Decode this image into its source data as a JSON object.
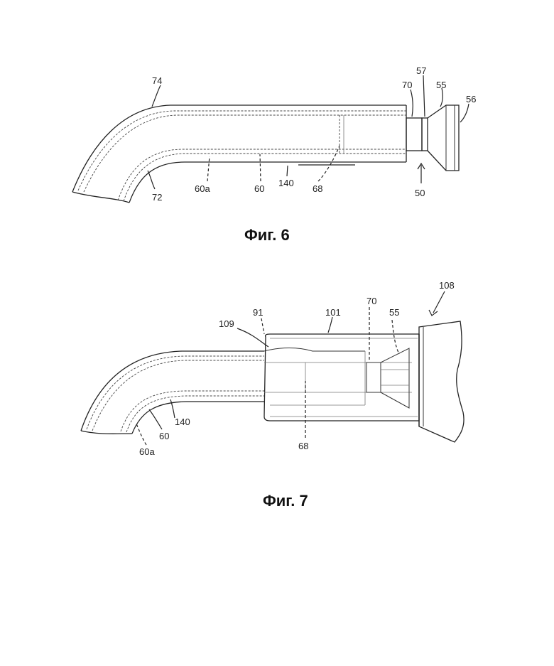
{
  "figures": [
    {
      "caption": "Фиг. 6",
      "labels": {
        "l74": "74",
        "l72": "72",
        "l60a": "60a",
        "l60": "60",
        "l140": "140",
        "l68": "68",
        "l70": "70",
        "l57": "57",
        "l55": "55",
        "l56": "56",
        "l50": "50"
      }
    },
    {
      "caption": "Фиг. 7",
      "labels": {
        "l108": "108",
        "l109": "109",
        "l91": "91",
        "l101": "101",
        "l70": "70",
        "l55": "55",
        "l140": "140",
        "l60": "60",
        "l60a": "60a",
        "l68": "68"
      }
    }
  ]
}
